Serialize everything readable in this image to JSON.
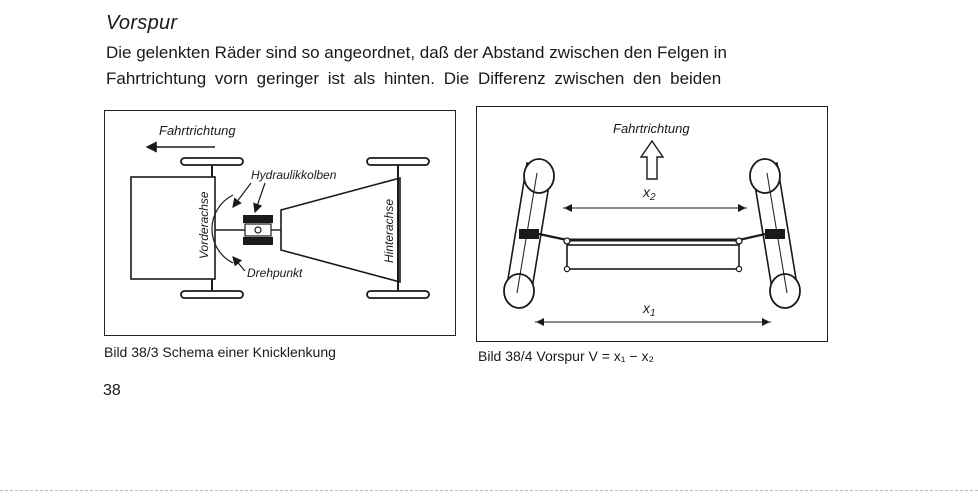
{
  "document": {
    "heading": "Vorspur",
    "paragraph_lines": [
      "Die gelenkten Räder sind so angeordnet, daß der Abstand zwischen den Felgen in",
      "Fahrtrichtung vorn geringer ist als hinten. Die Differenz zwischen den beiden"
    ],
    "page_number": "38"
  },
  "figure_38_3": {
    "label_direction": "Fahrtrichtung",
    "label_piston": "Hydraulikkolben",
    "label_front_axle": "Vorderachse",
    "label_rear_axle": "Hinterachse",
    "label_pivot": "Drehpunkt",
    "caption": "Bild 38/3 Schema einer Knicklenkung"
  },
  "figure_38_4": {
    "label_direction": "Fahrtrichtung",
    "label_x2": "x",
    "label_x2_sub": "2",
    "label_x1": "x",
    "label_x1_sub": "1",
    "caption": "Bild 38/4 Vorspur V = x₁ − x₂"
  }
}
